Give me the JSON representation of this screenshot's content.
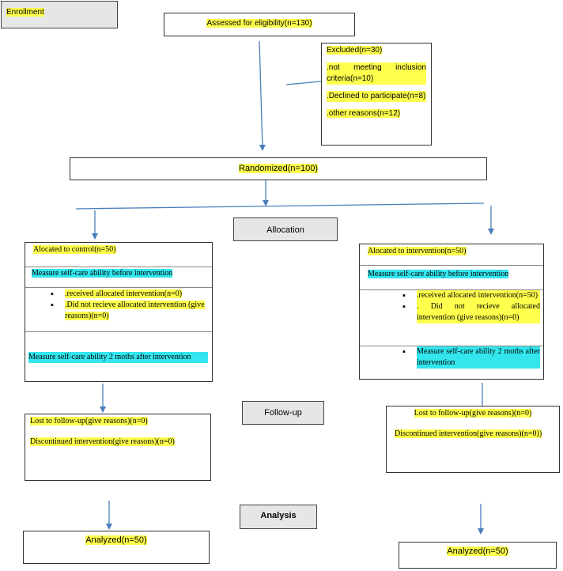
{
  "stages": {
    "enrollment": "Enrollment",
    "allocation": "Allocation",
    "followup": "Follow-up",
    "analysis": "Analysis"
  },
  "eligibility": "Assessed for eligibility(n=130)",
  "excluded": {
    "title": "Excluded(n=30)",
    "not_meeting": ".not meeting inclusion criteria(n=10)",
    "declined": ".Declined to participate(n=8)",
    "other": ".other reasons(n=12)"
  },
  "randomized": "Randomized(n=100)",
  "control": {
    "allocated": "Alocated to control(n=50)",
    "measure_before": "Measure  self-care ability  before intervention",
    "received": ".received allocated intervention(n=0)",
    "did_not": ".Did not recieve allocated intervention (give reasons)(n=0)",
    "measure_after": "Measure self-care ability 2 moths after intervention",
    "lost": "Lost to follow-up(give reasons)(n=0)",
    "discontinued": "Discontinued intervention(give reasons)(n=0)",
    "analyzed": "Analyzed(n=50)"
  },
  "intervention": {
    "allocated": "Alocated to intervention(n=50)",
    "measure_before": "Measure  self-care ability  before intervention",
    "received": ".received allocated intervention(n=50)",
    "did_not": ". Did not recieve allocated intervention (give reasons)(n=0)",
    "measure_after": "Measure self-care ability 2 moths after intervention",
    "lost": "Lost to follow-up(give reasons)(n=0)",
    "discontinued": "Discontinued intervention(give reasons)(n=0))",
    "analyzed": "Analyzed(n=50)"
  },
  "colors": {
    "highlight_yellow": "#ffff4d",
    "highlight_cyan": "#33e6ee",
    "arrow_blue": "#4a7ebb",
    "stage_gray": "#e6e6e6"
  }
}
